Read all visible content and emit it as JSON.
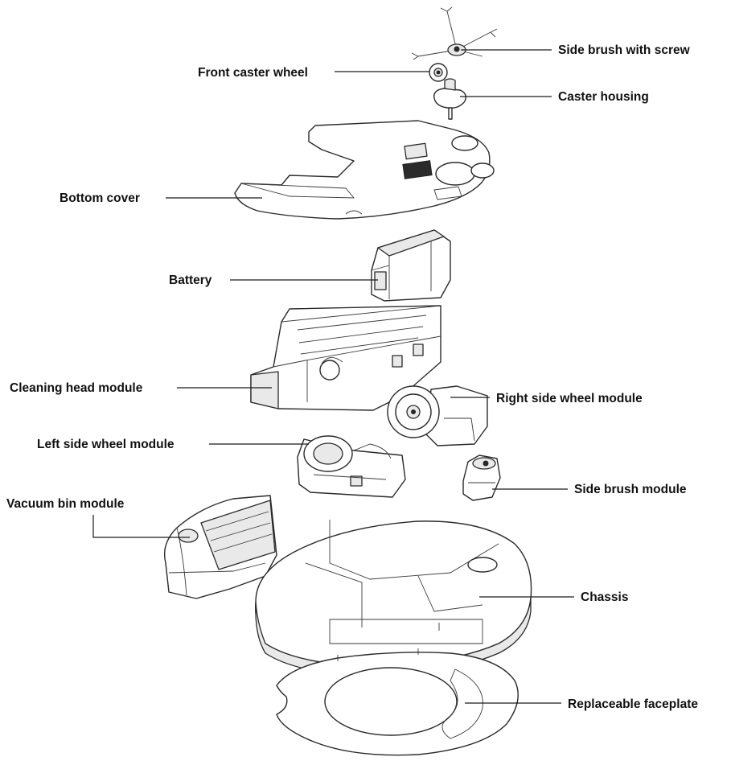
{
  "labels": {
    "side_brush_with_screw": "Side brush with screw",
    "front_caster_wheel": "Front caster wheel",
    "caster_housing": "Caster housing",
    "bottom_cover": "Bottom cover",
    "battery": "Battery",
    "cleaning_head_module": "Cleaning head module",
    "right_side_wheel_module": "Right side wheel module",
    "left_side_wheel_module": "Left side wheel module",
    "side_brush_module": "Side brush module",
    "vacuum_bin_module": "Vacuum bin module",
    "chassis": "Chassis",
    "replaceable_faceplate": "Replaceable faceplate"
  },
  "colors": {
    "ink": "#111111",
    "part_fill": "#ffffff",
    "shade": "#e9e9e9"
  }
}
